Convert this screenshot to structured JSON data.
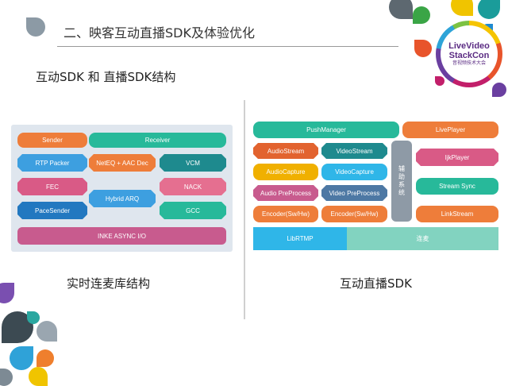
{
  "header": {
    "title": "二、映客互动直播SDK及体验优化",
    "subtitle": "互动SDK  和 直播SDK结构"
  },
  "logo": {
    "line1": "LiveVideo",
    "line2": "StackCon",
    "line3": "音视频技术大会"
  },
  "left_diagram": {
    "caption": "实时连麦库结构",
    "blocks": {
      "sender": "Sender",
      "receiver": "Receiver",
      "rtp_packer": "RTP Packer",
      "neteq": "NetEQ + AAC Dec",
      "vcm": "VCM",
      "fec": "FEC",
      "hybrid_arq": "Hybrid ARQ",
      "nack": "NACK",
      "pacesender": "PaceSender",
      "gcc": "GCC",
      "async_io": "INKE ASYNC I/O"
    }
  },
  "right_diagram": {
    "caption": "互动直播SDK",
    "blocks": {
      "push_manager": "PushManager",
      "live_player": "LivePlayer",
      "audio_stream": "AudioStream",
      "video_stream": "VideoStream",
      "aux_system": "辅助系统",
      "ijkplayer": "IjkPlayer",
      "audio_capture": "AudioCapture",
      "video_capture": "VideoCapture",
      "audio_preprocess": "Audio PreProcess",
      "video_preprocess": "Video PreProcess",
      "stream_sync": "Stream Sync",
      "encoder_audio": "Encoder(Sw/Hw)",
      "encoder_video": "Encoder(Sw/Hw)",
      "linkstream": "LinkStream",
      "librtmp": "LibRTMP",
      "lianmai": "连麦"
    }
  },
  "colors": {
    "orange": "#ee7d3a",
    "teal_green": "#27b99a",
    "blue": "#3d9fe0",
    "dark_teal": "#1e8a8e",
    "pink": "#d95a86",
    "rose": "#e56f90",
    "dusty_pink": "#c85b8e",
    "steel_blue": "#4d78a4",
    "gray": "#8e9aa6",
    "yellow": "#f0b000",
    "light_blue": "#2fb6e8",
    "mint": "#82d3c0"
  }
}
